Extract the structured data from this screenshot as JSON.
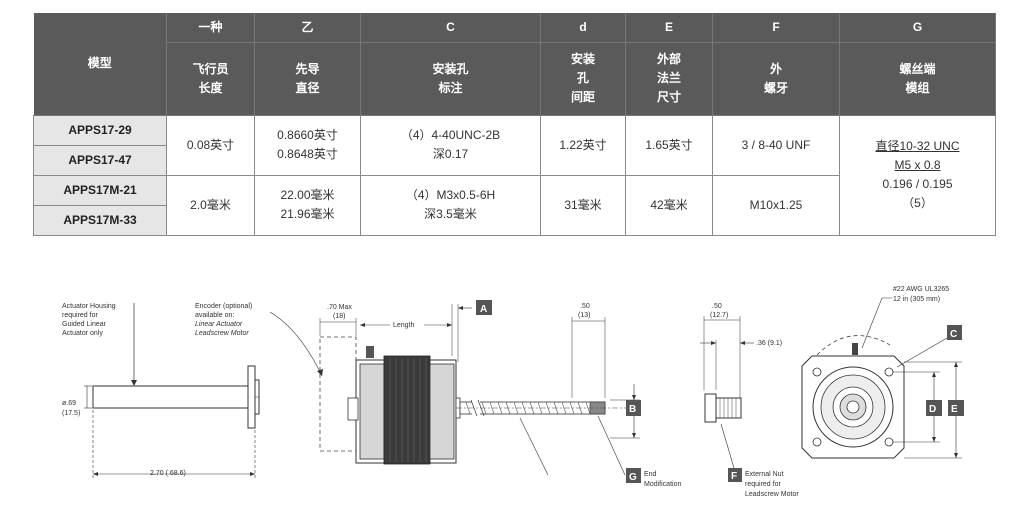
{
  "table": {
    "letters": [
      "一种",
      "乙",
      "C",
      "d",
      "E",
      "F",
      "G"
    ],
    "model_label": "模型",
    "headers": [
      [
        "飞行员",
        "长度"
      ],
      [
        "先导",
        "直径"
      ],
      [
        "安装孔",
        "标注"
      ],
      [
        "安装",
        "孔",
        "间距"
      ],
      [
        "外部",
        "法兰",
        "尺寸"
      ],
      [
        "外",
        "螺牙"
      ],
      [
        "螺丝端",
        "模组"
      ]
    ],
    "models": [
      "APPS17-29",
      "APPS17-47",
      "APPS17M-21",
      "APPS17M-33"
    ],
    "inch_row": {
      "pilot_length": "0.08英寸",
      "pilot_diameter": [
        "0.8660英寸",
        "0.8648英寸"
      ],
      "mounting_holes": [
        "（4）4-40UNC-2B",
        "深0.17"
      ],
      "hole_spacing": "1.22英寸",
      "flange_size": "1.65英寸",
      "thread": "3 / 8-40 UNF"
    },
    "metric_row": {
      "pilot_length": "2.0毫米",
      "pilot_diameter": [
        "22.00毫米",
        "21.96毫米"
      ],
      "mounting_holes": [
        "（4）M3x0.5-6H",
        "深3.5毫米"
      ],
      "hole_spacing": "31毫米",
      "flange_size": "42毫米",
      "thread": "M10x1.25"
    },
    "screw_end": [
      "直径10-32 UNC",
      "M5 x 0.8",
      "0.196 / 0.195",
      "（5）"
    ]
  },
  "drawing": {
    "housing_note": [
      "Actuator Housing",
      "required for",
      "Guided Linear",
      "Actuator only"
    ],
    "encoder_note": [
      "Encoder (optional)",
      "available on:",
      "Linear Actuator",
      "Leadscrew Motor"
    ],
    "housing_dia": [
      "ø.69",
      "(17.5)"
    ],
    "housing_len": "2.70 ( 68.6)",
    "max_dim": [
      ".70 Max",
      "(18)"
    ],
    "length_label": "Length",
    "screw_dim": [
      ".50",
      "(13)"
    ],
    "nut_dim": [
      ".50",
      "(12.7)"
    ],
    "nut_thread_dim": ".36 (9.1)",
    "wire_note": [
      "#22 AWG UL3265",
      "12 in (305 mm)"
    ],
    "labels": {
      "A": "A",
      "B": "B",
      "C": "C",
      "D": "D",
      "E": "E",
      "F": "F",
      "G": "G"
    },
    "end_mod": [
      "End",
      "Modification"
    ],
    "ext_nut": [
      "External Nut",
      "required for",
      "Leadscrew Motor"
    ]
  },
  "colors": {
    "header_bg": "#5a5a5a",
    "model_bg": "#e6e6e6",
    "label_box": "#555555"
  }
}
